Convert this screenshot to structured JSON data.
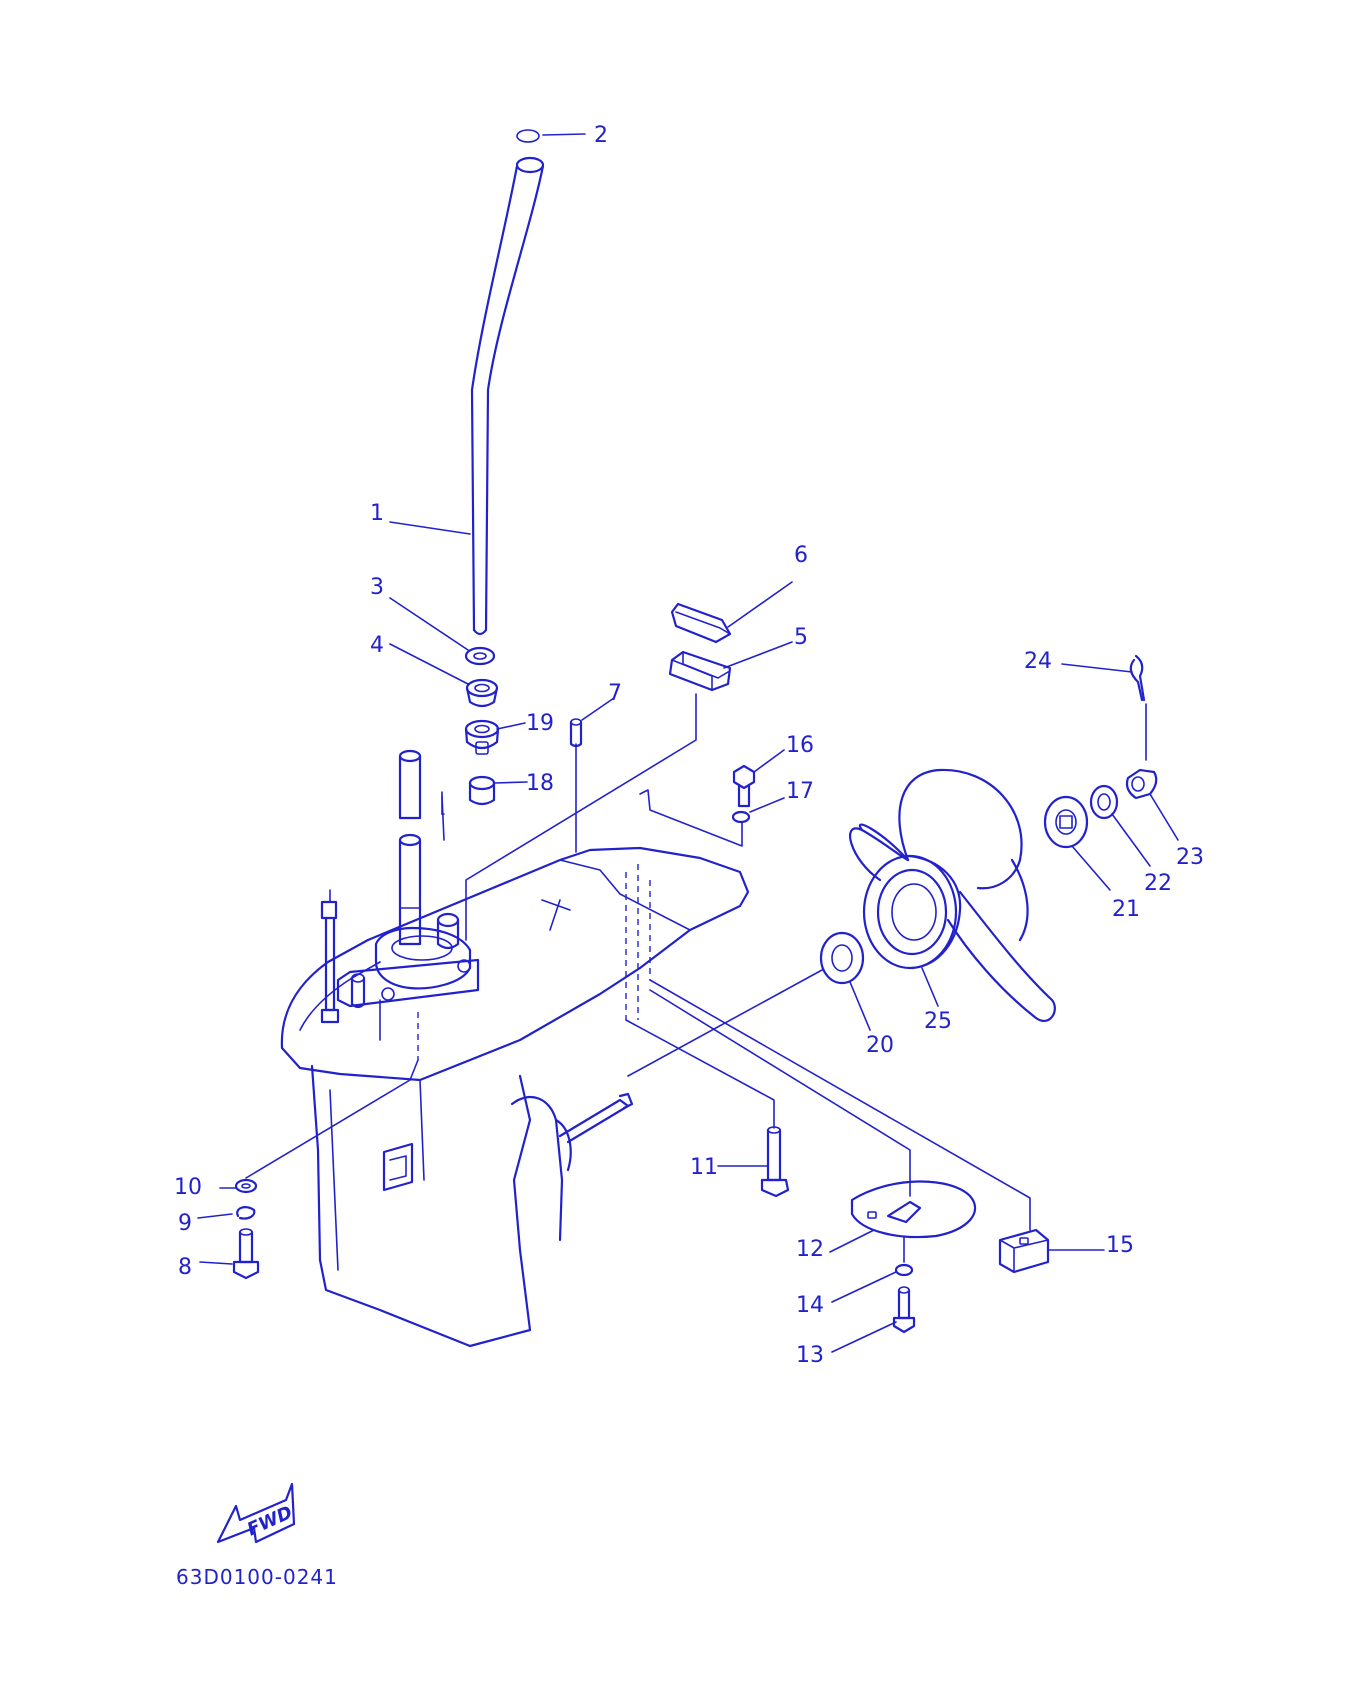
{
  "diagram": {
    "callouts": [
      "1",
      "2",
      "3",
      "4",
      "5",
      "6",
      "7",
      "8",
      "9",
      "10",
      "11",
      "12",
      "13",
      "14",
      "15",
      "16",
      "17",
      "18",
      "19",
      "20",
      "21",
      "22",
      "23",
      "24",
      "25"
    ],
    "direction_mark": "FWD",
    "reference_code": "63D0100-0241",
    "line_color": "#2222cc",
    "background_color": "#ffffff"
  }
}
